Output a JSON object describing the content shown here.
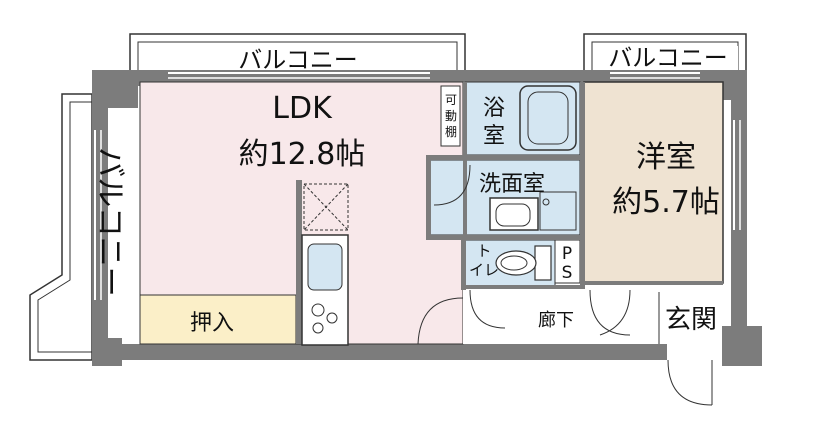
{
  "rooms": {
    "ldk": {
      "name": "LDK",
      "size": "約12.8帖"
    },
    "western": {
      "name": "洋室",
      "size": "約5.7帖"
    },
    "bath": {
      "name_top": "浴",
      "name_bottom": "室"
    },
    "washroom": {
      "name": "洗面室"
    },
    "toilet": {
      "name_top": "ト",
      "name_bottom": "イレ"
    },
    "ps": {
      "top": "P",
      "bottom": "S"
    },
    "closet": {
      "name": "押入"
    },
    "corridor": {
      "name": "廊下"
    },
    "entrance": {
      "name": "玄関"
    },
    "shelf": {
      "line1": "可",
      "line2": "動",
      "line3": "棚"
    }
  },
  "balconies": {
    "top_left": "バルコニー",
    "top_right": "バルコニー",
    "left": "バルコニー"
  },
  "colors": {
    "ldk": "#f8e8ea",
    "western": "#efe3d2",
    "wet": "#d4e6f2",
    "closet": "#fbefc8",
    "wall": "#7c7c7c",
    "line": "#333333"
  }
}
